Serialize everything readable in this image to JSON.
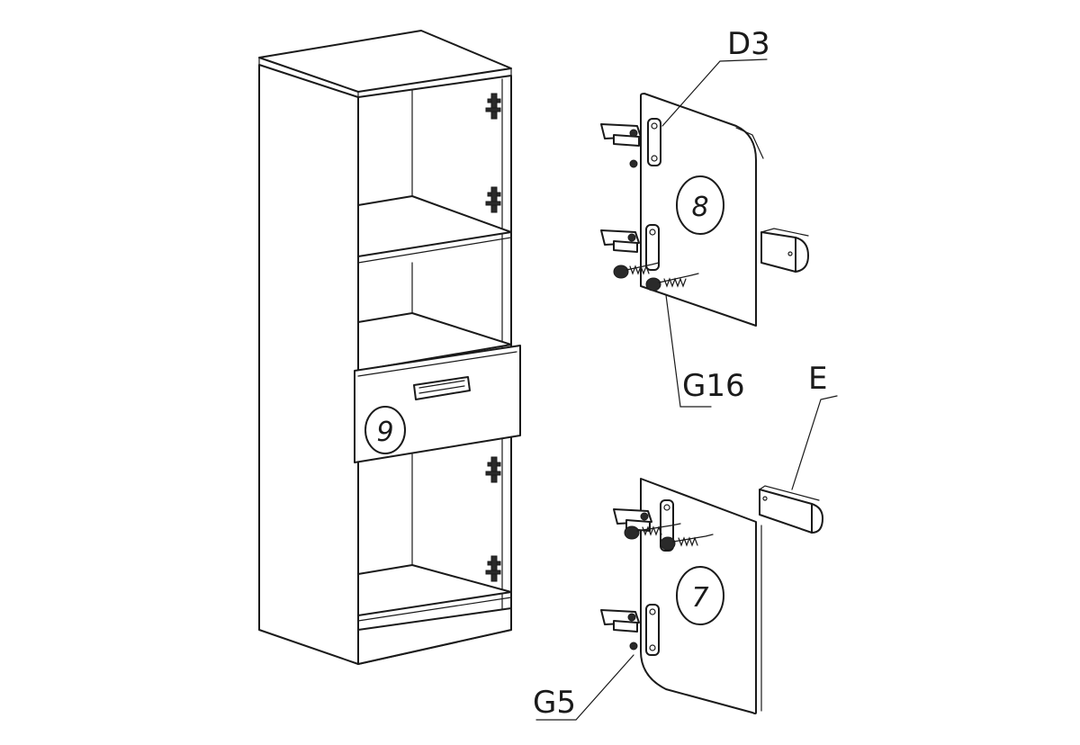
{
  "labels": {
    "d3": "D3",
    "g16": "G16",
    "e": "E",
    "g5": "G5"
  },
  "part_numbers": {
    "upper_door": "8",
    "lower_door": "7",
    "drawer": "9"
  },
  "colors": {
    "line": "#1a1a1a",
    "background": "#ffffff",
    "shade": "#d9d9d9"
  },
  "icons": [
    "hinge-icon",
    "screw-icon",
    "handle-icon"
  ]
}
